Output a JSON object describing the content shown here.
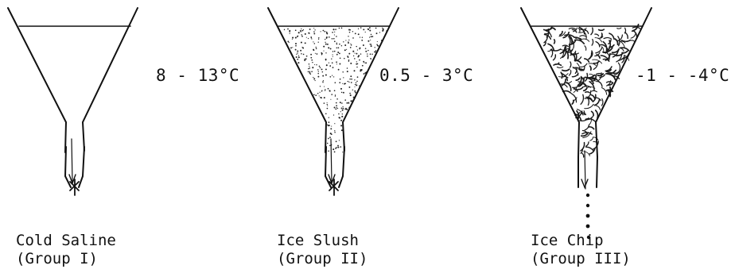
{
  "groups": [
    {
      "temperature": "8 - 13°C",
      "name": "Cold Saline",
      "group": "(Group I)",
      "fill": "liquid"
    },
    {
      "temperature": "0.5 - 3°C",
      "name": "Ice Slush",
      "group": "(Group II)",
      "fill": "slush"
    },
    {
      "temperature": "-1 - -4°C",
      "name": "Ice Chip",
      "group": "(Group III)",
      "fill": "chips"
    }
  ],
  "colors": {
    "ink": "#111111",
    "background": "#ffffff"
  }
}
